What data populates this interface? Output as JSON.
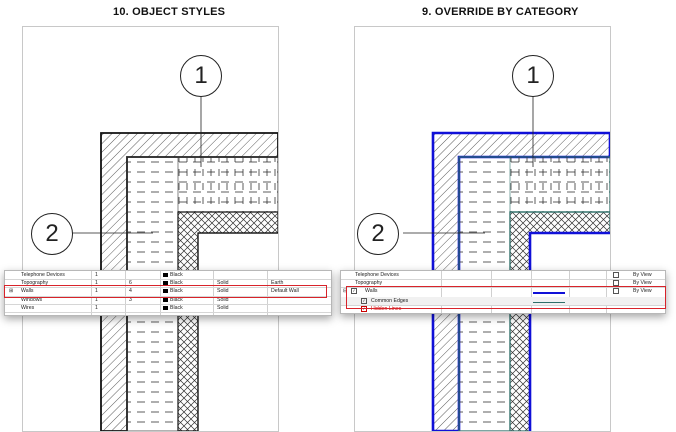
{
  "left": {
    "title": "10. OBJECT STYLES",
    "callout1": "1",
    "callout2": "2",
    "rows": [
      {
        "name": "Telephone Devices",
        "weight_proj": "1",
        "weight_cut": "",
        "color": "Black",
        "pattern": "",
        "material": ""
      },
      {
        "name": "Topography",
        "weight_proj": "1",
        "weight_cut": "6",
        "color": "Black",
        "pattern": "Solid",
        "material": "Earth"
      },
      {
        "name": "Walls",
        "weight_proj": "1",
        "weight_cut": "4",
        "color": "Black",
        "pattern": "Solid",
        "material": "Default Wall"
      },
      {
        "name": "Windows",
        "weight_proj": "1",
        "weight_cut": "3",
        "color": "Black",
        "pattern": "Solid",
        "material": ""
      },
      {
        "name": "Wires",
        "weight_proj": "1",
        "weight_cut": "",
        "color": "Black",
        "pattern": "Solid",
        "material": ""
      }
    ]
  },
  "right": {
    "title": "9. OVERRIDE BY CATEGORY",
    "callout1": "1",
    "callout2": "2",
    "rows": [
      {
        "name": "Telephone Devices",
        "detail": "By View"
      },
      {
        "name": "Topography",
        "detail": "By View"
      },
      {
        "name": "Walls",
        "detail": "By View"
      },
      {
        "name": "Common Edges",
        "detail": ""
      },
      {
        "name": "Hidden Lines",
        "detail": ""
      }
    ]
  },
  "colors": {
    "highlight": "#d8232a",
    "override_cut": "#1010d8",
    "override_projection": "#2f6f6a"
  }
}
